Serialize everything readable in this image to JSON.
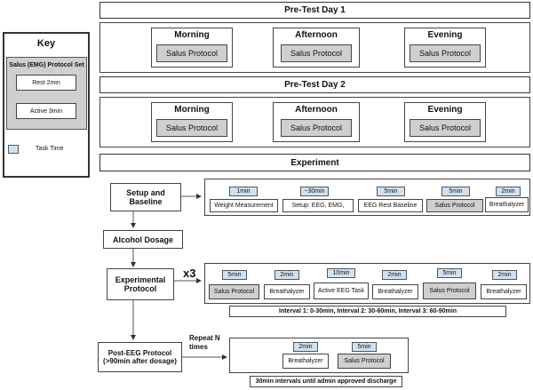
{
  "key": {
    "title": "Key",
    "set_title": "Salus (EMG) Protocol Set",
    "rest": "Rest 2min",
    "active": "Active 3min",
    "task_time": "Task Time"
  },
  "pretest1": {
    "title": "Pre-Test Day 1",
    "slots": [
      {
        "label": "Morning",
        "protocol": "Salus Protocol"
      },
      {
        "label": "Afternoon",
        "protocol": "Salus Protocol"
      },
      {
        "label": "Evening",
        "protocol": "Salus Protocol"
      }
    ]
  },
  "pretest2": {
    "title": "Pre-Test Day 2",
    "slots": [
      {
        "label": "Morning",
        "protocol": "Salus Protocol"
      },
      {
        "label": "Afternoon",
        "protocol": "Salus Protocol"
      },
      {
        "label": "Evening",
        "protocol": "Salus Protocol"
      }
    ]
  },
  "experiment": {
    "title": "Experiment",
    "setup": {
      "label": "Setup and Baseline",
      "tasks": [
        {
          "time": "1min",
          "name": "Weight Measurement"
        },
        {
          "time": "~30min",
          "name": "Setup: EEG, EMG,"
        },
        {
          "time": "5min",
          "name": "EEG Rest Baseline"
        },
        {
          "time": "5min",
          "name": "Salus Protocol"
        },
        {
          "time": "2min",
          "name": "Breathalyzer"
        }
      ]
    },
    "alcohol": {
      "label": "Alcohol Dosage"
    },
    "experimental": {
      "label": "Experimental Protocol",
      "repeat": "x3",
      "tasks": [
        {
          "time": "5min",
          "name": "Salus Protocol"
        },
        {
          "time": "2min",
          "name": "Breathalyzer"
        },
        {
          "time": "10min",
          "name": "Active EEG Task"
        },
        {
          "time": "2min",
          "name": "Breathalyzer"
        },
        {
          "time": "5min",
          "name": "Salus Protocol"
        },
        {
          "time": "2min",
          "name": "Breathalyzer"
        }
      ],
      "intervals": "Interval 1: 0-30min, Interval 2: 30-60min, Interval 3: 60-90min"
    },
    "post": {
      "label": "Post-EEG Protocol (>90min after dosage)",
      "repeat": "Repeat N times",
      "tasks": [
        {
          "time": "2min",
          "name": "Breathalyzer"
        },
        {
          "time": "5min",
          "name": "Salus Protocol"
        }
      ],
      "note": "30min intervals until admin approved discharge"
    }
  }
}
